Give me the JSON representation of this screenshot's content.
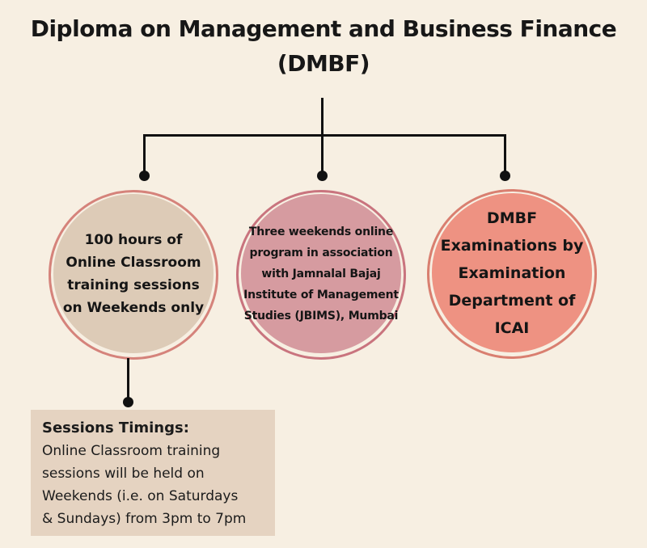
{
  "page": {
    "background_color": "#f7efe2",
    "connector_color": "#111111",
    "text_color": "#171717"
  },
  "title": {
    "lines": [
      "Diploma on Management and Business Finance",
      "(DMBF)"
    ]
  },
  "nodes": [
    {
      "id": "online-training",
      "lines": [
        "100 hours of",
        "Online Classroom",
        "training sessions",
        "on Weekends only"
      ],
      "fill_color": "#ddcbb7",
      "ring_color": "#d5837b"
    },
    {
      "id": "jbims-program",
      "lines": [
        "Three weekends online",
        "program in association",
        "with Jamnalal Bajaj",
        "Institute of Management",
        "Studies (JBIMS), Mumbai"
      ],
      "fill_color": "#d69ba0",
      "ring_color": "#c9747e"
    },
    {
      "id": "icai-exams",
      "lines": [
        "DMBF",
        "Examinations by",
        "Examination",
        "Department of",
        "ICAI"
      ],
      "fill_color": "#ee9282",
      "ring_color": "#d97f70"
    }
  ],
  "timings_box": {
    "heading": "Sessions Timings:",
    "lines": [
      "Online Classroom training",
      "sessions will be held on",
      "Weekends (i.e. on Saturdays",
      "& Sundays) from 3pm to 7pm"
    ],
    "fill_color": "#e5d3c1"
  }
}
